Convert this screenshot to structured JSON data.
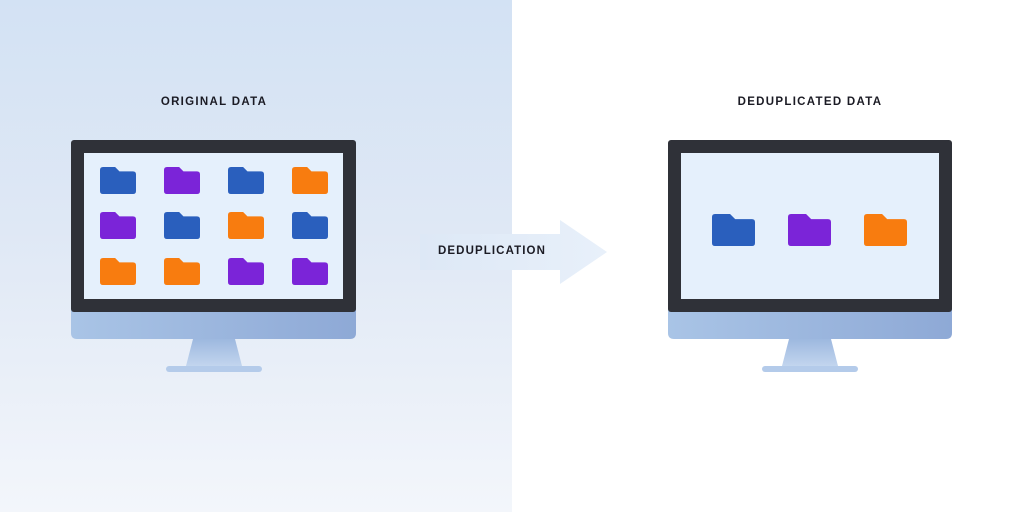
{
  "left_heading": "ORIGINAL DATA",
  "right_heading": "DEDUPLICATED DATA",
  "process_label": "DEDUPLICATION",
  "colors": {
    "blue": "#2a5fbd",
    "purple": "#7b24d8",
    "orange": "#f87c0f",
    "screen": "#e5f0fc",
    "bezel": "#2f3138",
    "chin": "#9fb9de"
  },
  "original_folders": [
    [
      "blue",
      "purple",
      "blue",
      "orange"
    ],
    [
      "purple",
      "blue",
      "orange",
      "blue"
    ],
    [
      "orange",
      "orange",
      "purple",
      "purple"
    ]
  ],
  "deduplicated_folders": [
    "blue",
    "purple",
    "orange"
  ]
}
